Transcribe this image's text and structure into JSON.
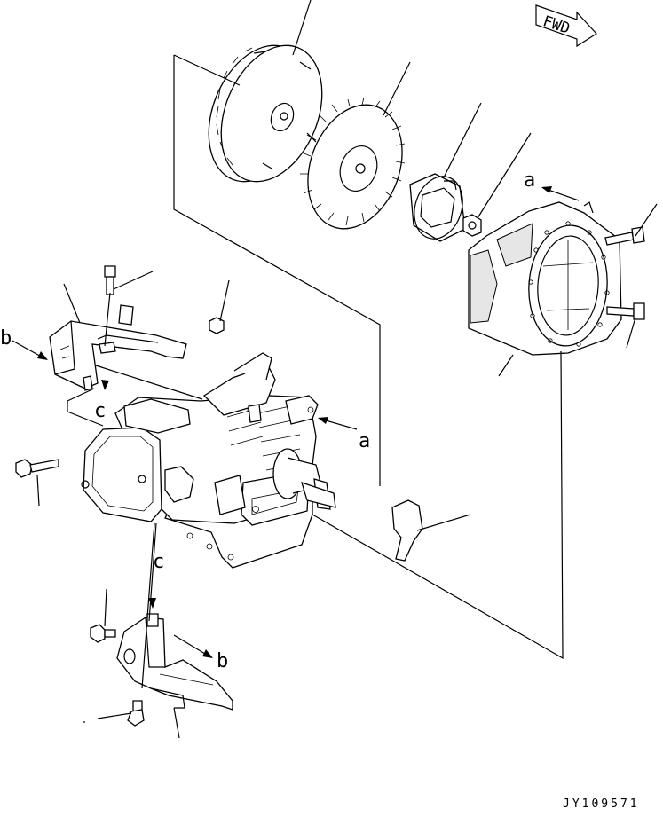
{
  "direction_tag": {
    "text": "FWD",
    "icon": "forward-arrow-tag"
  },
  "callouts": {
    "a_upper": "a",
    "a_lower": "a",
    "b_left": "b",
    "b_lower": "b",
    "c_upper": "c",
    "c_lower": "c"
  },
  "drawing_code": "JY109571"
}
